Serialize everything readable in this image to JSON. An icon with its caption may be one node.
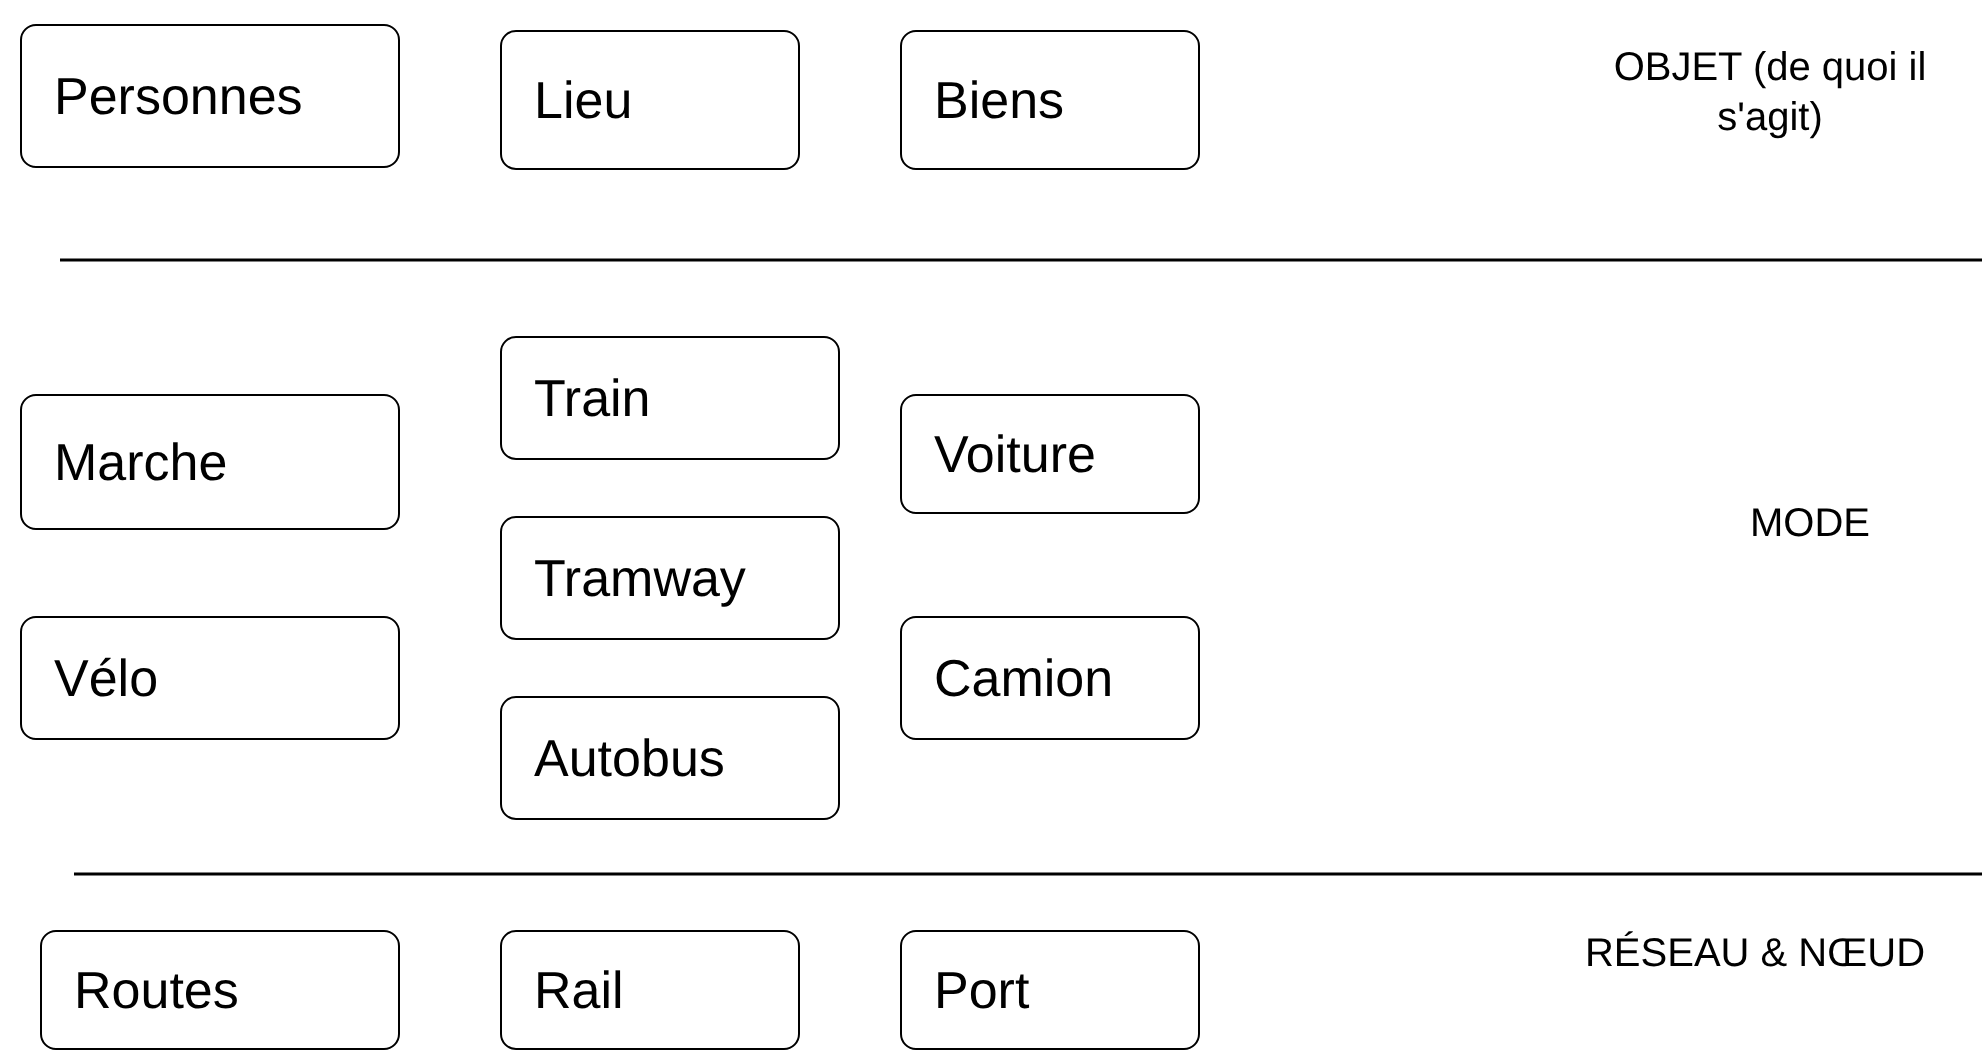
{
  "diagram": {
    "nodes": [
      {
        "text": [
          "Personnes"
        ]
      },
      {
        "text": [
          "Lieu"
        ]
      },
      {
        "text": [
          "Biens"
        ]
      },
      {
        "text": [
          "Marche"
        ]
      },
      {
        "text": [
          "Train"
        ]
      },
      {
        "text": [
          "Voiture"
        ]
      },
      {
        "text": [
          "Tramway"
        ]
      },
      {
        "text": [
          "Vélo"
        ]
      },
      {
        "text": [
          "Camion"
        ]
      },
      {
        "text": [
          "Autobus"
        ]
      },
      {
        "text": [
          "Routes"
        ]
      },
      {
        "text": [
          "Rail"
        ]
      },
      {
        "text": [
          "Port"
        ]
      }
    ],
    "labels": [
      "OBJET (de quoi il s'agit)",
      "MODE",
      "RÉSEAU & NŒUD"
    ]
  }
}
